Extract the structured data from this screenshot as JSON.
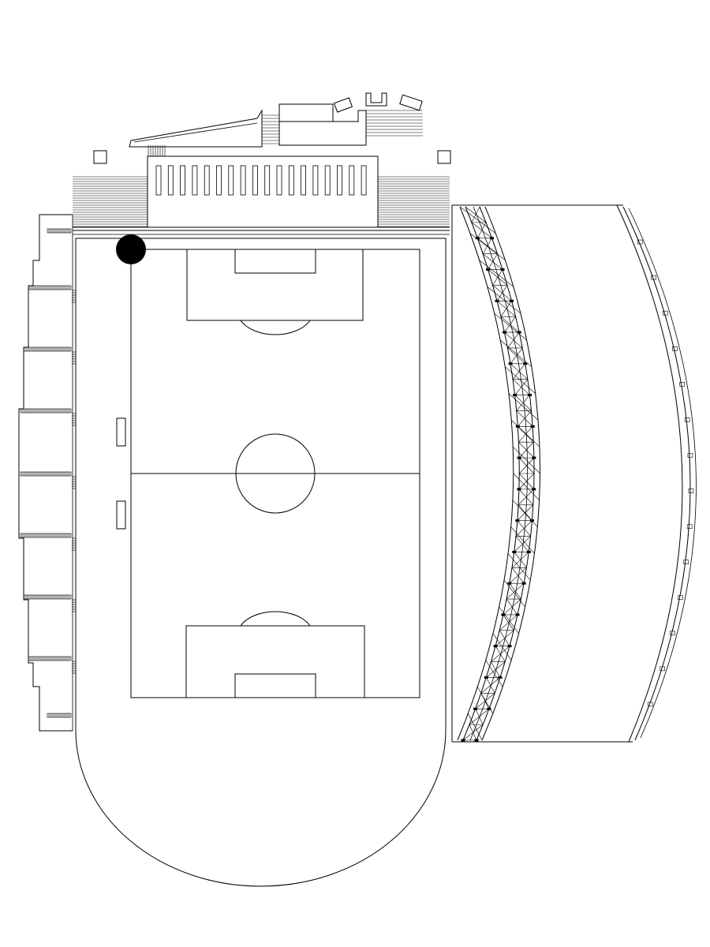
{
  "drawing": {
    "stroke_color": "#000000",
    "background_color": "#ffffff",
    "marker_color": "#000000"
  },
  "elements": {
    "marker": "filled-circle-marker",
    "pitch": "football-pitch",
    "running_track": "track-outline",
    "main_stand": "main-stand",
    "east_stand": "arched-truss-stand",
    "west_terrace": "stepped-terrace"
  }
}
